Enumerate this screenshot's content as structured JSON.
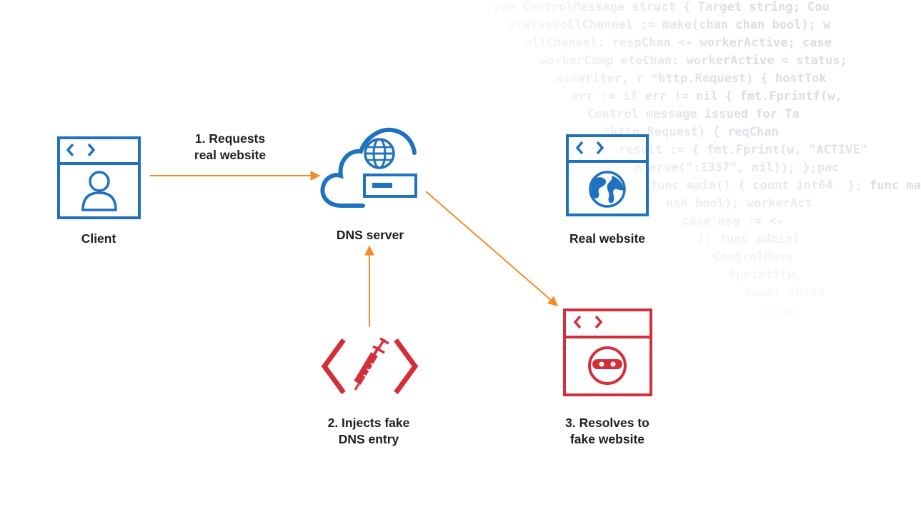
{
  "colors": {
    "blue": "#1f72c0",
    "red": "#d32f3a",
    "arrow": "#f28c28",
    "text": "#1e1e1e",
    "code": "#dcdde2"
  },
  "nodes": {
    "client": {
      "label": "Client",
      "icon": "user-browser-window-icon"
    },
    "dns_server": {
      "label": "DNS server",
      "icon": "cloud-globe-server-icon"
    },
    "real_website": {
      "label": "Real website",
      "icon": "globe-browser-window-icon"
    },
    "fake_website": {
      "label": "3. Resolves to\nfake website",
      "icon": "ninja-browser-window-icon"
    },
    "attacker": {
      "label": "2. Injects fake\nDNS entry",
      "icon": "code-injection-syringe-icon"
    }
  },
  "edges": {
    "request": {
      "label": "1. Requests\nreal website"
    }
  },
  "code_lines": [
    "ype ControlMessage struct { Target string; Cou",
    "statusPollChannel := make(chan chan bool); w",
    "ollChannel: respChan <- workerActive; case",
    "workerComp eteChan: workerActive = status;",
    "nseWriter, r *http.Request) { hostTok",
    "err := if err != nil { fmt.Fprintf(w,",
    "Control message issued for Ta",
    "*http.Request) { reqChan",
    "result := { fmt.Fprint(w, \"ACTIVE\"",
    "nServe(\":1337\", nil)); };pac",
    "func main() { count int64  }; func ma",
    "nsh bool); workerAct",
    "case msg := <-",
    "); func admin(",
    "ControlMess",
    "Fprintf(w,",
    "Count int64",
    "rChan"
  ]
}
